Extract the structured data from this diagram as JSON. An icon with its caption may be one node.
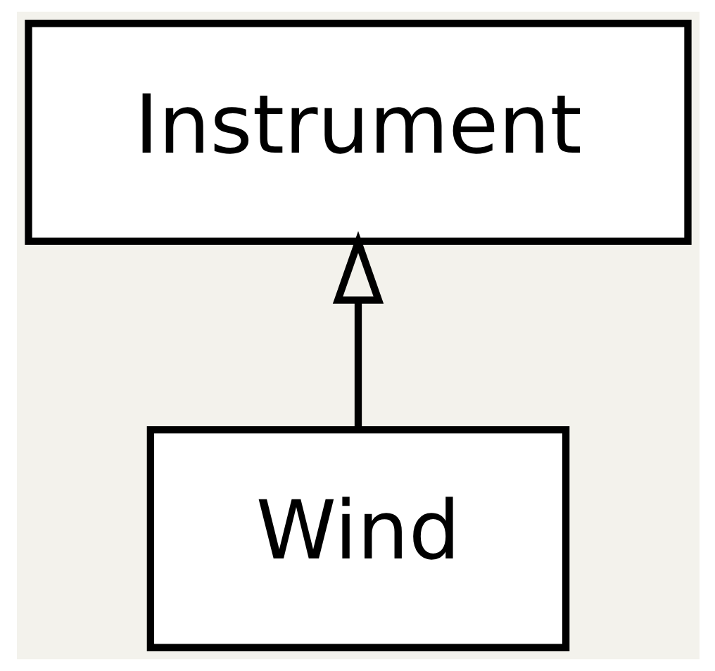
{
  "diagram": {
    "nodes": [
      {
        "text": [
          "Instrument"
        ]
      },
      {
        "text": [
          "Wind"
        ]
      }
    ],
    "edges": [
      {
        "from": 1,
        "to": 0,
        "arrow": "to"
      }
    ]
  }
}
